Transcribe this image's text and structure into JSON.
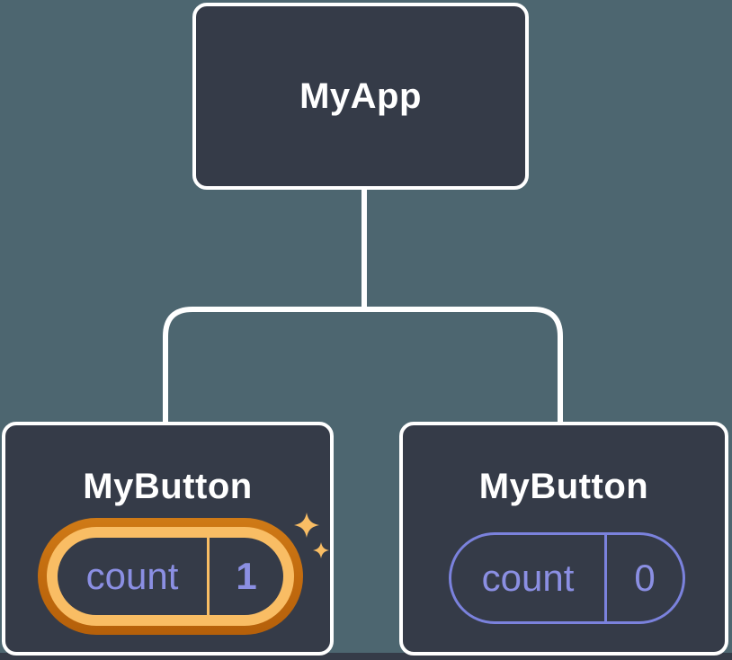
{
  "diagram": {
    "title": "component-tree",
    "root": {
      "label": "MyApp"
    },
    "children": [
      {
        "label": "MyButton",
        "state": {
          "name": "count",
          "value": "1"
        },
        "highlighted": true
      },
      {
        "label": "MyButton",
        "state": {
          "name": "count",
          "value": "0"
        },
        "highlighted": false
      }
    ]
  },
  "icons": {
    "sparkles": "sparkles-icon"
  },
  "colors": {
    "background": "#4d6670",
    "node_fill": "#353b48",
    "node_border": "#ffffff",
    "connector": "#ffffff",
    "state_text": "#8b8fe3",
    "state_pill_border": "#7b82dd",
    "highlight_ring_outer": "#c16a0e",
    "highlight_ring_inner": "#f9bd64",
    "sparkle": "#f9bd64",
    "bottom_strip": "#353b48"
  }
}
